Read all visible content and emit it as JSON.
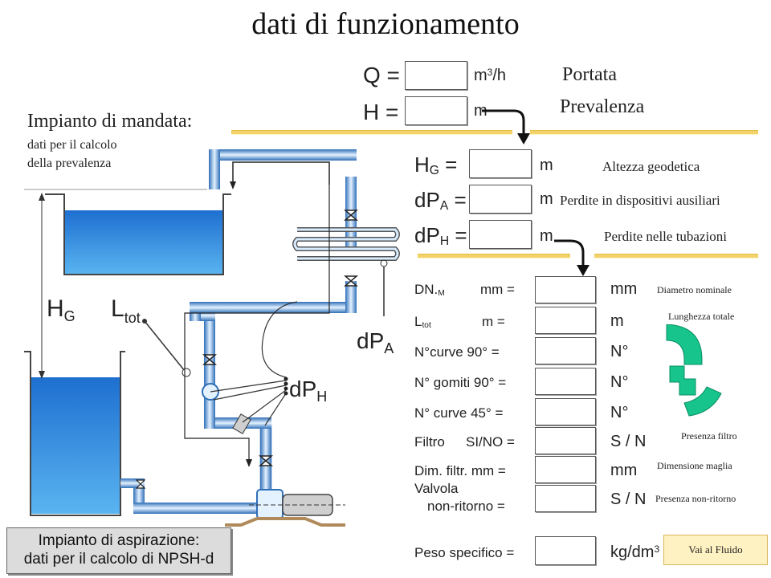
{
  "title": "dati di funzionamento",
  "delivery": {
    "heading": "Impianto di mandata:",
    "line1": "dati per il calcolo",
    "line2": "della prevalenza"
  },
  "suction": {
    "line1": "Impianto di aspirazione:",
    "line2": "dati per il calcolo di NPSH-d"
  },
  "top_fields": [
    {
      "symbol": "Q =",
      "unit_base": "m",
      "unit_sup": "3",
      "unit_rest": "/h",
      "desc": "Portata"
    },
    {
      "symbol": "H =",
      "unit_base": "m",
      "desc": "Prevalenza"
    }
  ],
  "middle_fields": [
    {
      "sym": "H",
      "sub": "G",
      "eq": "=",
      "unit": "m",
      "desc": "Altezza geodetica"
    },
    {
      "sym": "dP",
      "sub": "A",
      "eq": "=",
      "unit": "m",
      "desc": "Perdite in dispositivi ausiliari"
    },
    {
      "sym": "dP",
      "sub": "H",
      "eq": "=",
      "unit": "m",
      "desc": "Perdite nelle tubazioni"
    }
  ],
  "pipe_fields": [
    {
      "label_a": "DN.",
      "label_a_sub": "M",
      "label_b": "mm =",
      "unit": "mm",
      "desc": "Diametro nominale"
    },
    {
      "label_a": "L",
      "label_a_sub": "tot",
      "label_b": "m =",
      "unit": "m",
      "desc": "Lunghezza totale"
    },
    {
      "label_a": "N°curve 90° =",
      "unit": "N°",
      "desc": ""
    },
    {
      "label_a": "N° gomiti 90° =",
      "unit": "N°",
      "desc": ""
    },
    {
      "label_a": "N° curve 45° =",
      "unit": "N°",
      "desc": ""
    },
    {
      "label_a": "Filtro",
      "label_b": "SI/NO =",
      "unit": "S / N",
      "desc": "Presenza filtro"
    },
    {
      "label_a": "Dim. filtr. mm =",
      "unit": "mm",
      "desc": "Dimensione maglia"
    },
    {
      "label_a": "Valvola",
      "label_a2": "non-ritorno =",
      "unit": "S / N",
      "desc": "Presenza non-ritorno"
    },
    {
      "label_a": "Peso specifico =",
      "unit_base": "kg/dm",
      "unit_sup": "3",
      "desc": ""
    }
  ],
  "diagram_labels": {
    "hg": "H",
    "hg_sub": "G",
    "ltot": "L",
    "ltot_sub": "tot",
    "dpa": "dP",
    "dpa_sub": "A",
    "dph": "dP",
    "dph_sub": "H"
  },
  "link": {
    "label": "Vai al Fluido"
  },
  "colors": {
    "water": "#2f8fe0",
    "pipe_light": "#d8ecff",
    "pipe_dark": "#2f6fb8",
    "fitting_green": "#16c48c",
    "gold": "#f2d26a",
    "button_bg": "#fff2c2"
  }
}
